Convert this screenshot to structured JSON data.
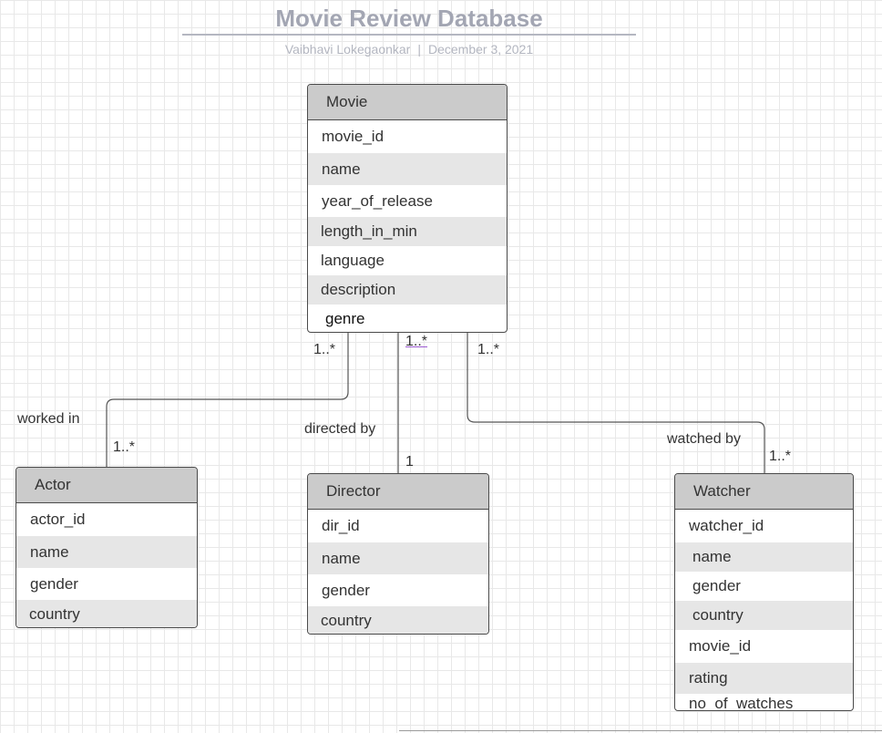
{
  "header": {
    "title": "Movie Review Database",
    "author": "Vaibhavi Lokegaonkar",
    "separator": "|",
    "date": "December 3, 2021"
  },
  "entities": {
    "movie": {
      "name": "Movie",
      "attributes": [
        "movie_id",
        "name",
        "year_of_release",
        "length_in_min",
        "language",
        "description",
        "genre"
      ]
    },
    "actor": {
      "name": "Actor",
      "attributes": [
        "actor_id",
        "name",
        "gender",
        "country"
      ]
    },
    "director": {
      "name": "Director",
      "attributes": [
        "dir_id",
        "name",
        "gender",
        "country"
      ]
    },
    "watcher": {
      "name": "Watcher",
      "attributes": [
        "watcher_id",
        "name",
        "gender",
        "country",
        "movie_id",
        "rating",
        "no_of_watches"
      ]
    }
  },
  "relationships": {
    "actor": {
      "label": "worked in",
      "movie_side": "1..*",
      "entity_side": "1..*"
    },
    "director": {
      "label": "directed by",
      "movie_side": "1..*",
      "entity_side": "1"
    },
    "watcher": {
      "label": "watched by",
      "movie_side": "1..*",
      "entity_side": "1..*"
    }
  },
  "colors": {
    "header_fill": "#cbcbcb",
    "alt_row_fill": "#e6e6e6",
    "border": "#4a4a4a",
    "title": "#a3a6b3"
  }
}
